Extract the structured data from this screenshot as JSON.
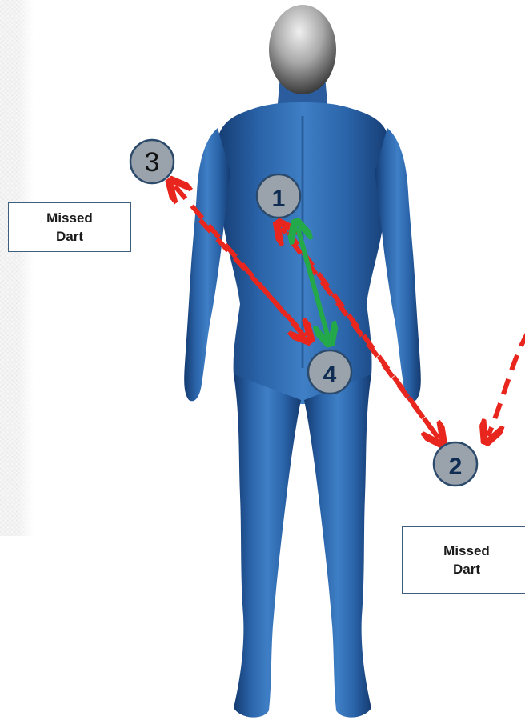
{
  "markers": [
    {
      "id": "marker-1",
      "label": "1"
    },
    {
      "id": "marker-2",
      "label": "2"
    },
    {
      "id": "marker-3",
      "label": "3"
    },
    {
      "id": "marker-4",
      "label": "4"
    }
  ],
  "labels": {
    "missed_dart_left": "Missed\nDart",
    "missed_dart_right": "Missed\nDart"
  },
  "colors": {
    "figure": "#2f6fb6",
    "figure_dark": "#1b4f92",
    "head": "#9a9a9a",
    "marker_fill": "#9aa3ab",
    "marker_border": "#2c4a6b",
    "marker_text": "#0f2d52",
    "dart_path": "#e8261e",
    "link_path": "#23a84a"
  }
}
